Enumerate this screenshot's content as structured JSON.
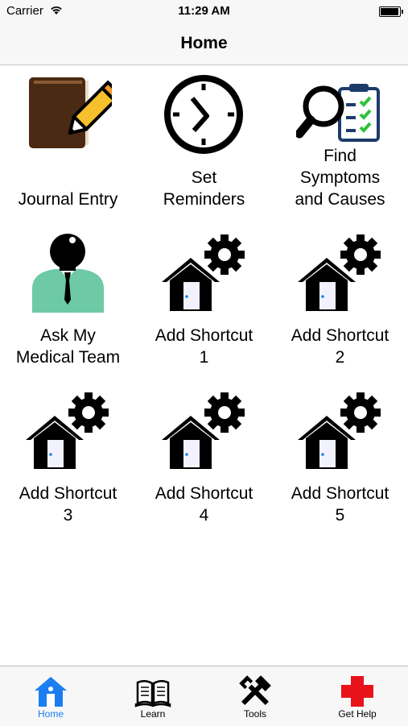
{
  "status_bar": {
    "carrier": "Carrier",
    "time": "11:29 AM",
    "battery_level": 0.95
  },
  "nav": {
    "title": "Home"
  },
  "grid": [
    {
      "label": "Journal Entry",
      "icon": "journal-pencil-icon"
    },
    {
      "label": "Set\nReminders",
      "icon": "clock-icon"
    },
    {
      "label": "Find\nSymptoms\nand Causes",
      "icon": "magnifier-checklist-icon"
    },
    {
      "label": "Ask My\nMedical Team",
      "icon": "doctor-icon"
    },
    {
      "label": "Add Shortcut\n1",
      "icon": "house-gear-icon"
    },
    {
      "label": "Add Shortcut\n2",
      "icon": "house-gear-icon"
    },
    {
      "label": "Add Shortcut\n3",
      "icon": "house-gear-icon"
    },
    {
      "label": "Add Shortcut\n4",
      "icon": "house-gear-icon"
    },
    {
      "label": "Add Shortcut\n5",
      "icon": "house-gear-icon"
    }
  ],
  "tabs": [
    {
      "label": "Home",
      "icon": "home-icon",
      "active": true
    },
    {
      "label": "Learn",
      "icon": "book-icon",
      "active": false
    },
    {
      "label": "Tools",
      "icon": "tools-icon",
      "active": false
    },
    {
      "label": "Get Help",
      "icon": "red-cross-icon",
      "active": false
    }
  ],
  "colors": {
    "accent": "#1a7ef0",
    "book": "#4a2a12",
    "pencil": "#f5c02b",
    "check": "#2fc23a",
    "cross": "#e8121b",
    "doctor_shirt": "#6dc9a6"
  }
}
